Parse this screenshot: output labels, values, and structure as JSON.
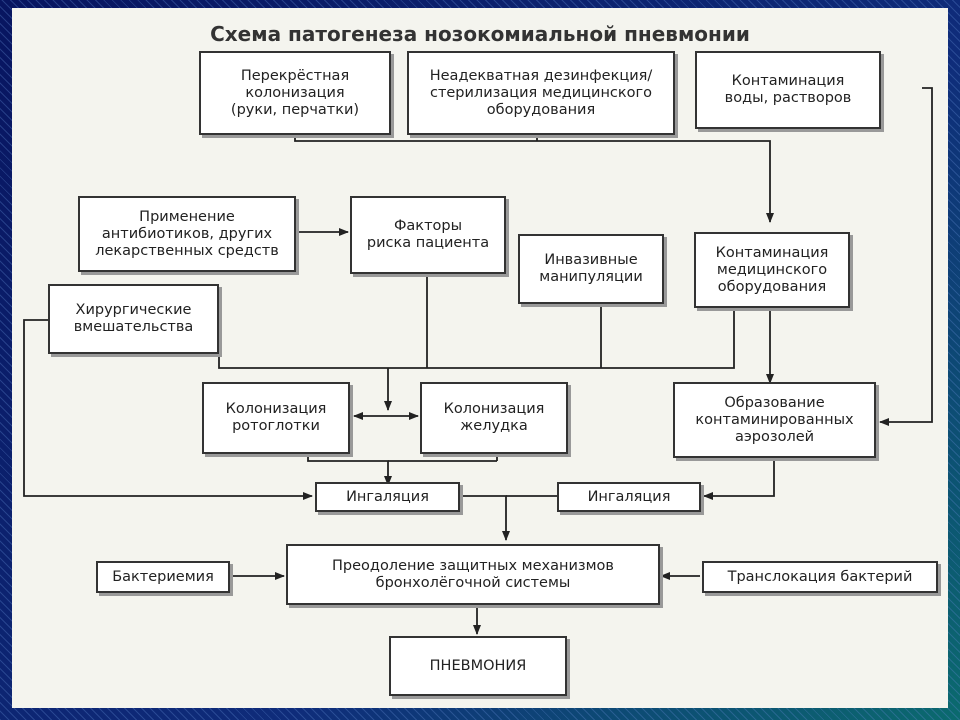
{
  "title": "Схема патогенеза нозокомиальной пневмонии",
  "nodes": {
    "cross_colonization": "Перекрёстная\nколонизация\n(руки, перчатки)",
    "inadequate_disinfection": "Неадекватная дезинфекция/\nстерилизация медицинского\nоборудования",
    "water_contamination": "Контаминация\nводы, растворов",
    "antibiotics": "Применение\nантибиотиков, других\nлекарственных средств",
    "risk_factors": "Факторы\nриска пациента",
    "invasive": "Инвазивные\nманипуляции",
    "equipment_contamination": "Контаминация\nмедицинского\nоборудования",
    "surgery": "Хирургические\nвмешательства",
    "oropharynx": "Колонизация\nротоглотки",
    "stomach": "Колонизация\nжелудка",
    "aerosols": "Образование\nконтаминированных\nаэрозолей",
    "inhalation_left": "Ингаляция",
    "inhalation_right": "Ингаляция",
    "bacteremia": "Бактериемия",
    "defense": "Преодоление защитных механизмов\nбронхолёгочной системы",
    "translocation": "Транслокация бактерий",
    "pneumonia": "ПНЕВМОНИЯ"
  }
}
